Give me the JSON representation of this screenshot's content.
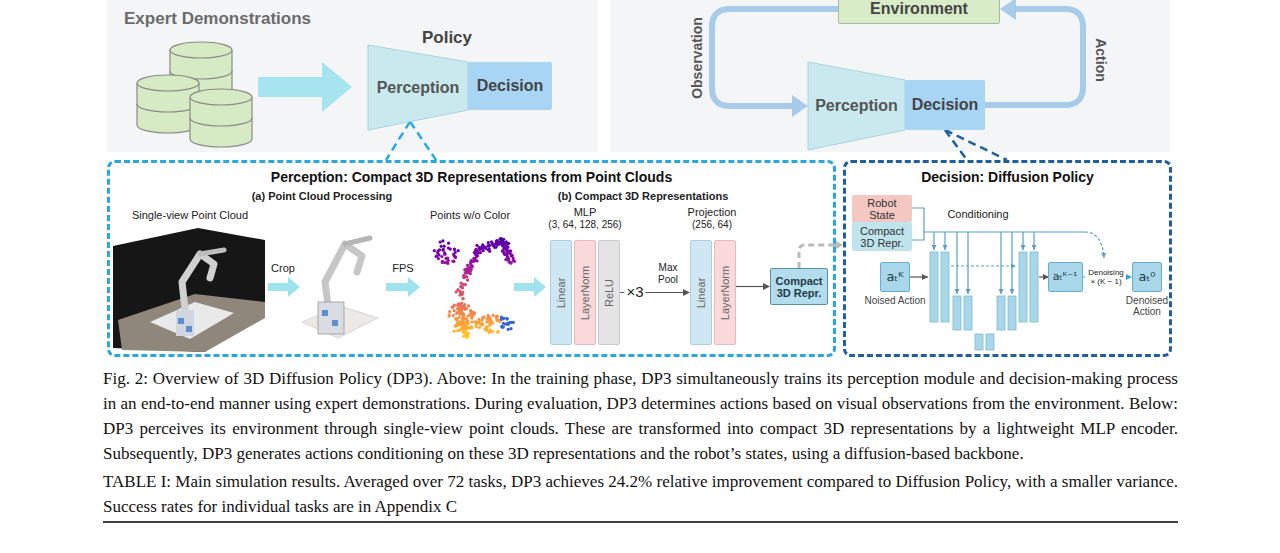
{
  "diagram": {
    "caption": "Fig. 2: Overview of 3D Diffusion Policy (DP3). Above: In the training phase, DP3 simultaneously trains its perception module and decision-making process in an end-to-end manner using expert demonstrations. During evaluation, DP3 determines actions based on visual observations from the environment. Below: DP3 perceives its environment through single-view point clouds. These are transformed into compact 3D representations by a lightweight MLP encoder. Subsequently, DP3 generates actions conditioning on these 3D representations and the robot’s states, using a diffusion-based backbone.",
    "nodes": [
      {
        "text": [
          "Expert Demonstrations"
        ]
      },
      {
        "text": [
          "Perception"
        ],
        "in": 0
      },
      {
        "text": [
          "Decision"
        ],
        "in": 0
      },
      {
        "text": [
          "Environment"
        ]
      },
      {
        "text": [
          "Perception"
        ]
      },
      {
        "text": [
          "Decision"
        ]
      },
      {
        "text": [
          "Perception: Compact 3D Representations from Point Clouds"
        ]
      },
      {
        "text": [
          "Linear"
        ],
        "in": 6
      },
      {
        "text": [
          "LayerNorm"
        ],
        "in": 6
      },
      {
        "text": [
          "ReLU"
        ],
        "in": 6
      },
      {
        "text": [
          "Linear"
        ],
        "in": 6
      },
      {
        "text": [
          "LayerNorm"
        ],
        "in": 6
      },
      {
        "text": [
          "Compact 3D Repr."
        ],
        "in": 6
      },
      {
        "text": [
          "Decision: Diffusion Policy"
        ]
      },
      {
        "text": [
          "Robot State"
        ],
        "in": 13
      },
      {
        "text": [
          "Compact 3D Repr."
        ],
        "in": 13
      },
      {
        "text": [
          "aₜᴷ",
          "Noised Action"
        ],
        "in": 13
      },
      {
        "text": [
          "aₜᴷ⁻¹"
        ],
        "in": 13
      },
      {
        "text": [
          "aₜ⁰",
          "Denoised Action"
        ],
        "in": 13
      }
    ],
    "edges": [
      {
        "from": 3,
        "to": 4,
        "label": "Observation",
        "arrow": "to"
      },
      {
        "from": 5,
        "to": 3,
        "label": "Action",
        "arrow": "to"
      },
      {
        "from": 1,
        "to": 6,
        "arrow": "none"
      },
      {
        "from": 5,
        "to": 13,
        "arrow": "none"
      },
      {
        "from": 9,
        "to": 10,
        "label": "Max Pool",
        "arrow": "to"
      },
      {
        "from": 11,
        "to": 12,
        "arrow": "to"
      },
      {
        "from": 12,
        "to": 13,
        "arrow": "to"
      },
      {
        "from": 17,
        "to": 18,
        "label": "Denoising × (K − 1)",
        "arrow": "to"
      }
    ],
    "labels": [
      "Policy",
      "(a) Point Cloud Processing",
      "(b) Compact 3D Representations",
      "Single-view Point Cloud",
      "Crop",
      "FPS",
      "Points w/o Color",
      "MLP",
      "(3, 64, 128, 256)",
      "×3",
      "Projection",
      "(256, 64)",
      "Conditioning",
      "TABLE I: Main simulation results. Averaged over 72 tasks, DP3 achieves 24.2% relative improvement compared to Diffusion Policy, with a smaller variance. Success rates for individual tasks are in Appendix C"
    ]
  }
}
